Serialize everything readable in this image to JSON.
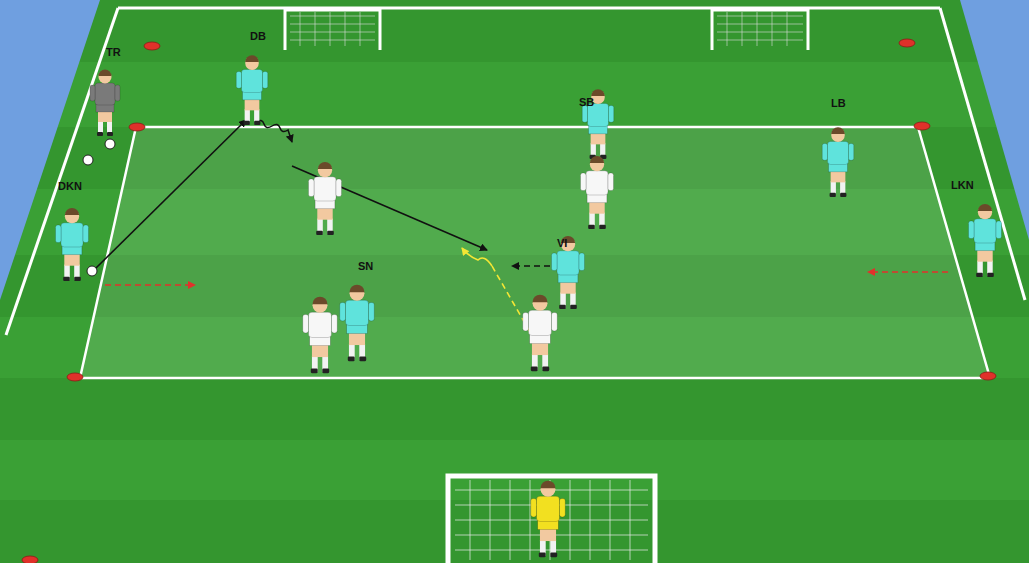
{
  "diagram": {
    "labels": [
      "DB",
      "TR",
      "SB",
      "LB",
      "DKN",
      "VI",
      "SN",
      "LKN"
    ]
  }
}
